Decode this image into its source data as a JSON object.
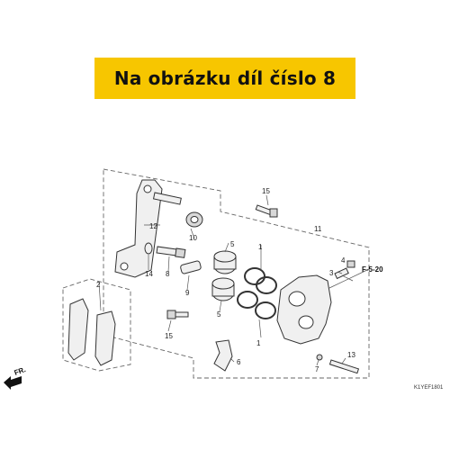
{
  "banner": {
    "text": "Na obrázku díl číslo 8"
  },
  "callouts": [
    "1",
    "1",
    "2",
    "3",
    "4",
    "5",
    "5",
    "6",
    "7",
    "8",
    "9",
    "10",
    "11",
    "12",
    "13",
    "14",
    "15",
    "15"
  ],
  "reference": "F-5-20",
  "front_marker": "FR.",
  "diagram_code": "K1YEF1801",
  "colors": {
    "banner": "#f7c600",
    "line": "#333333"
  }
}
